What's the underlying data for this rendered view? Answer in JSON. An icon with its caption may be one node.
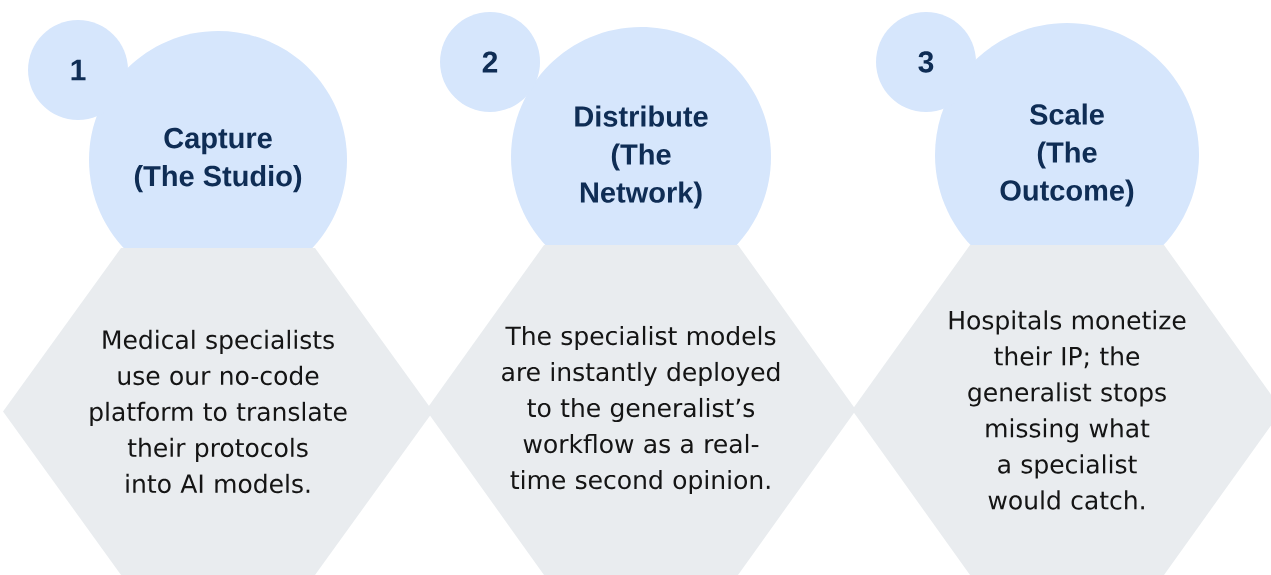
{
  "diagram": {
    "nodes": [
      {
        "text": [
          "1"
        ]
      },
      {
        "text": [
          "Capture (The Studio)"
        ]
      },
      {
        "text": [
          "Medical specialists use our no-code platform to translate their protocols into AI models."
        ]
      },
      {
        "text": [
          "2"
        ]
      },
      {
        "text": [
          "Distribute (The Network)"
        ]
      },
      {
        "text": [
          "The specialist models are instantly deployed to the generalist’s workflow as a real-time second opinion."
        ]
      },
      {
        "text": [
          "3"
        ]
      },
      {
        "text": [
          "Scale (The Outcome)"
        ]
      },
      {
        "text": [
          "Hospitals monetize their IP; the generalist stops missing what a specialist would catch."
        ]
      }
    ]
  }
}
